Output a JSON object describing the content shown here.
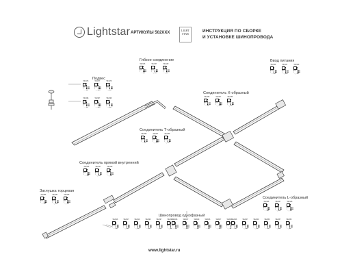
{
  "header": {
    "logo_text": "Lightstar",
    "articles": "АРТИКУЛЫ 502XXX",
    "badge_line1": "LIGHT",
    "badge_line2": "STAR",
    "instruction_line1": "ИНСТРУКЦИЯ ПО СБОРКЕ",
    "instruction_line2": "И УСТАНОВКЕ ШИНОПРОВОДА"
  },
  "labels": {
    "flexible": "Гибкое соединение",
    "power_input": "Ввод питания",
    "suspension": "Подвес",
    "x_connector": "Соединитель X-образный",
    "t_connector": "Соединитель Т-образный",
    "straight_connector": "Соединитель прямой внутренний",
    "end_cap": "Заглушка торцевая",
    "l_connector": "Соединитель L-образный",
    "track": "Шинопровод однофазный"
  },
  "qr_groups": {
    "flexible": [
      {
        "code": "502136",
        "color": "белый"
      },
      {
        "code": "502137",
        "color": "черный"
      },
      {
        "code": "502139",
        "color": "серый"
      }
    ],
    "power_input": [
      {
        "code": "502146",
        "color": "белый"
      },
      {
        "code": "502147",
        "color": "черный"
      },
      {
        "code": "502149",
        "color": "серый"
      }
    ],
    "suspension_top": [
      {
        "code": "504176",
        "color": "белый"
      },
      {
        "code": "504177",
        "color": "черный"
      },
      {
        "code": "504179",
        "color": "серый"
      }
    ],
    "suspension_bottom": [
      {
        "code": "502196",
        "color": "белый"
      },
      {
        "code": "502197",
        "color": "черный"
      },
      {
        "code": "502199",
        "color": "серый"
      }
    ],
    "x_connector": [
      {
        "code": "502166",
        "color": "белый"
      },
      {
        "code": "502167",
        "color": "черный"
      },
      {
        "code": "502169",
        "color": "серый"
      }
    ],
    "t_connector": [
      {
        "code": "502156",
        "color": "белый"
      },
      {
        "code": "502157",
        "color": "черный"
      },
      {
        "code": "502159",
        "color": "серый"
      }
    ],
    "straight_connector": [
      {
        "code": "502126",
        "color": "белый"
      },
      {
        "code": "502127",
        "color": "черный"
      },
      {
        "code": "502129",
        "color": "серый"
      }
    ],
    "end_cap": [
      {
        "code": "502186",
        "color": "белый"
      },
      {
        "code": "502187",
        "color": "черный"
      },
      {
        "code": "502189",
        "color": "серый"
      }
    ],
    "l_connector": [
      {
        "code": "502146",
        "color": "белый"
      },
      {
        "code": "502147",
        "color": "черный"
      },
      {
        "code": "502149",
        "color": "серый"
      }
    ],
    "track_left": [
      {
        "code": "502016",
        "color": "белый"
      },
      {
        "code": "502017",
        "color": "черный"
      },
      {
        "code": "502019",
        "color": "серый"
      },
      {
        "code": "502096",
        "color": "белый"
      },
      {
        "code": "502097",
        "color": "черный"
      },
      {
        "code": "502099",
        "color": "серый"
      }
    ],
    "track_mid": [
      {
        "code": "502026",
        "color": "белый"
      },
      {
        "code": "502027",
        "color": "черный"
      },
      {
        "code": "502029",
        "color": "серый"
      },
      {
        "code": "502036",
        "color": "белый"
      },
      {
        "code": "502037",
        "color": "черный"
      },
      {
        "code": "502039",
        "color": "серый"
      }
    ],
    "track_right": [
      {
        "code": "502046",
        "color": "белый"
      },
      {
        "code": "502047",
        "color": "черный"
      },
      {
        "code": "502049",
        "color": "серый"
      },
      {
        "code": "502056",
        "color": "белый"
      },
      {
        "code": "502057",
        "color": "черный"
      },
      {
        "code": "502059",
        "color": "серый"
      }
    ]
  },
  "footer": {
    "website": "www.lightstar.ru"
  }
}
